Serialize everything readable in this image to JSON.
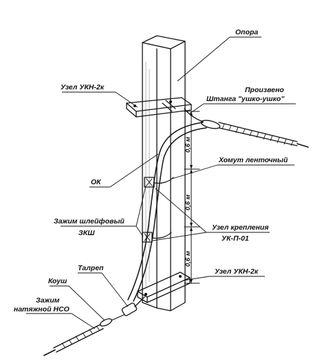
{
  "labels": {
    "opora": "Опора",
    "uzel_ukn_top": "Узел УКН-2к",
    "proizvedeno": "Произвено",
    "shtanga": "Штанга \"ушко-ушко\"",
    "homut": "Хомут ленточный",
    "ok": "ОК",
    "zazhim_shleif_1": "Зажим шлейфовый",
    "zazhim_shleif_2": "ЗКШ",
    "uzel_krepl_1": "Узел крепления",
    "uzel_krepl_2": "УК-П-01",
    "uzel_ukn_bottom": "Узел УКН-2к",
    "talrep": "Талреп",
    "koush": "Коуш",
    "zazhim_nso_1": "Зажим",
    "zazhim_nso_2": "натяжной НСО"
  },
  "dimensions": {
    "d1": "0,6 м",
    "d2": "0,6 м",
    "d3": "0,6 м"
  },
  "colors": {
    "ink": "#111111",
    "paper": "#ffffff"
  }
}
